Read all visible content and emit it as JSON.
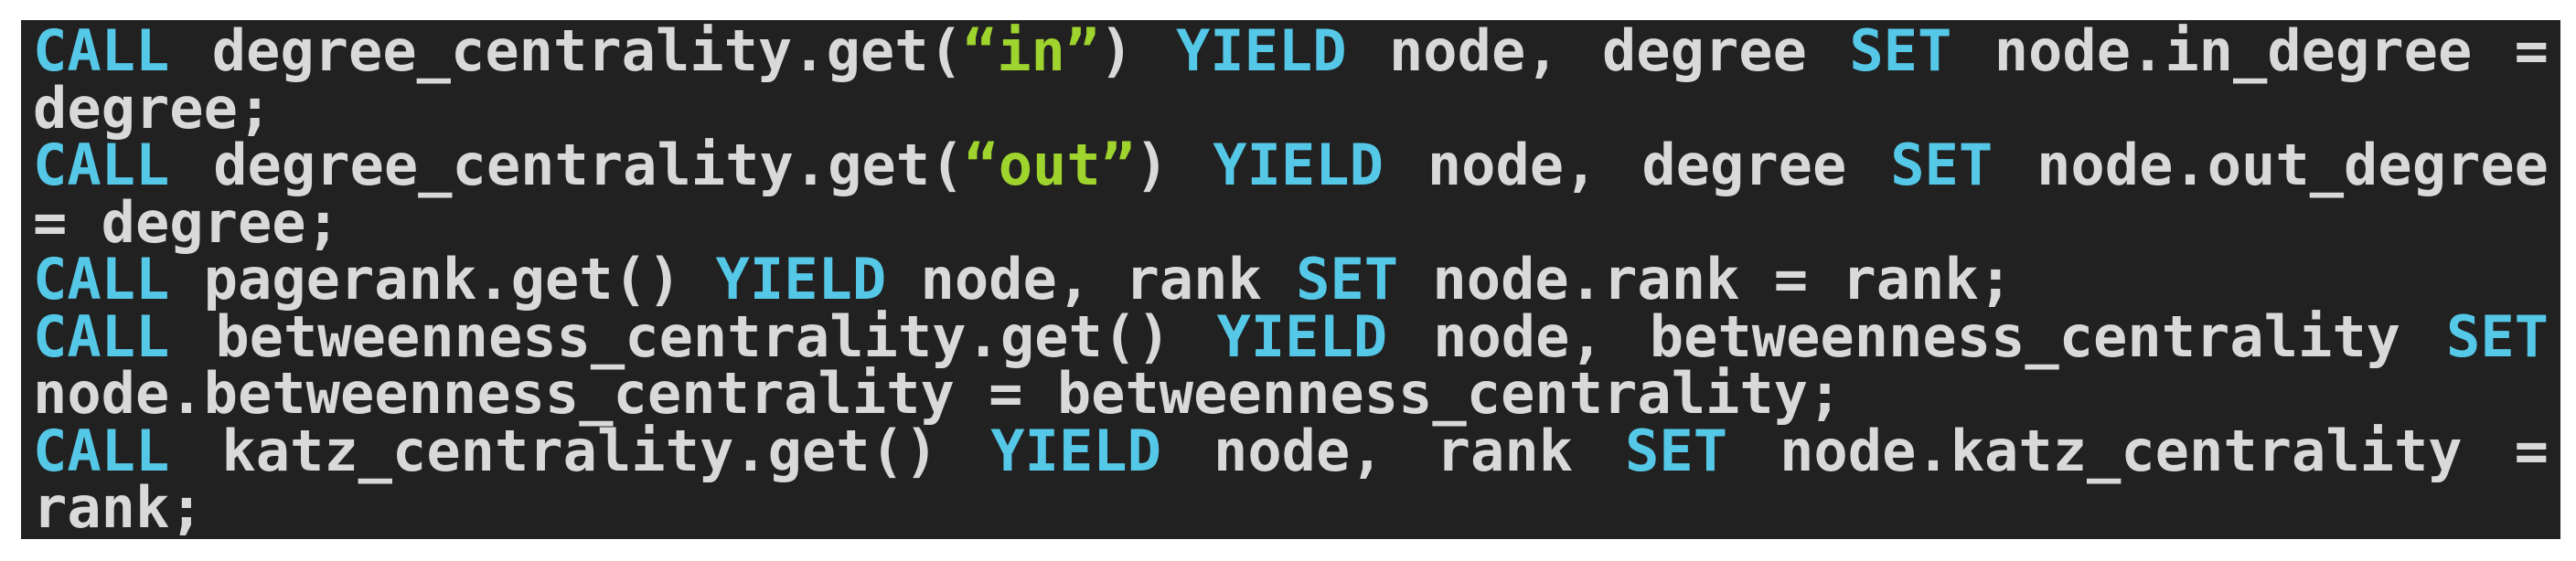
{
  "colors": {
    "page_bg": "#ffffff",
    "panel_bg": "#212121",
    "keyword": "#55c8e8",
    "string": "#9fd32d",
    "text": "#d9d9d9"
  },
  "code_block": {
    "lines": [
      {
        "justify": true,
        "tokens": [
          {
            "t": "CALL",
            "c": "keyword"
          },
          {
            "t": " degree_centrality.get(",
            "c": "text"
          },
          {
            "t": "“in”",
            "c": "string"
          },
          {
            "t": ") ",
            "c": "text"
          },
          {
            "t": "YIELD",
            "c": "keyword"
          },
          {
            "t": " node, degree ",
            "c": "text"
          },
          {
            "t": "SET",
            "c": "keyword"
          },
          {
            "t": " node.in_degree =",
            "c": "text"
          }
        ]
      },
      {
        "justify": false,
        "tokens": [
          {
            "t": "degree;",
            "c": "text"
          }
        ]
      },
      {
        "justify": true,
        "tokens": [
          {
            "t": "CALL",
            "c": "keyword"
          },
          {
            "t": " degree_centrality.get(",
            "c": "text"
          },
          {
            "t": "“out”",
            "c": "string"
          },
          {
            "t": ") ",
            "c": "text"
          },
          {
            "t": "YIELD",
            "c": "keyword"
          },
          {
            "t": " node, degree ",
            "c": "text"
          },
          {
            "t": "SET",
            "c": "keyword"
          },
          {
            "t": " node.out_degree",
            "c": "text"
          }
        ]
      },
      {
        "justify": false,
        "tokens": [
          {
            "t": "= degree;",
            "c": "text"
          }
        ]
      },
      {
        "justify": false,
        "tokens": [
          {
            "t": "CALL",
            "c": "keyword"
          },
          {
            "t": " pagerank.get() ",
            "c": "text"
          },
          {
            "t": "YIELD",
            "c": "keyword"
          },
          {
            "t": " node, rank ",
            "c": "text"
          },
          {
            "t": "SET",
            "c": "keyword"
          },
          {
            "t": " node.rank = rank;",
            "c": "text"
          }
        ]
      },
      {
        "justify": true,
        "tokens": [
          {
            "t": "CALL",
            "c": "keyword"
          },
          {
            "t": " betweenness_centrality.get() ",
            "c": "text"
          },
          {
            "t": "YIELD",
            "c": "keyword"
          },
          {
            "t": " node, betweenness_centrality ",
            "c": "text"
          },
          {
            "t": "SET",
            "c": "keyword"
          }
        ]
      },
      {
        "justify": false,
        "tokens": [
          {
            "t": "node.betweenness_centrality = betweenness_centrality;",
            "c": "text"
          }
        ]
      },
      {
        "justify": true,
        "tokens": [
          {
            "t": "CALL",
            "c": "keyword"
          },
          {
            "t": " katz_centrality.get() ",
            "c": "text"
          },
          {
            "t": "YIELD",
            "c": "keyword"
          },
          {
            "t": " node, rank ",
            "c": "text"
          },
          {
            "t": "SET",
            "c": "keyword"
          },
          {
            "t": " node.katz_centrality =",
            "c": "text"
          }
        ]
      },
      {
        "justify": false,
        "tokens": [
          {
            "t": "rank;",
            "c": "text"
          }
        ]
      }
    ]
  }
}
